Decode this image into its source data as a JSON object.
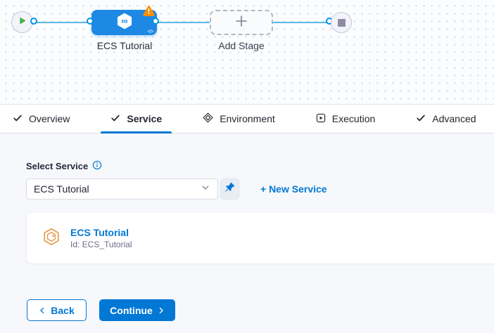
{
  "colors": {
    "primary_blue": "#0278d5",
    "stage_node_blue": "#1e88e5",
    "connector_blue": "#0092e4",
    "line_blue": "#5bb7e7",
    "warning_orange": "#fb8c00",
    "play_green": "#4caf50",
    "service_icon_orange": "#e5903b",
    "stop_gray": "#8e8ba3"
  },
  "pipeline": {
    "stage_label": "ECS Tutorial",
    "add_stage_label": "Add Stage",
    "stage_code_glyph": "</>",
    "icons": {
      "start": "play-icon",
      "end": "stop-icon",
      "stage": "cd-hexagon-icon",
      "stage_status": "warning-triangle-icon",
      "add_stage": "plus-icon"
    }
  },
  "tabs": {
    "items": [
      {
        "label": "Overview",
        "icon": "check-icon",
        "active": false
      },
      {
        "label": "Service",
        "icon": "check-icon",
        "active": true
      },
      {
        "label": "Environment",
        "icon": "environment-icon",
        "active": false
      },
      {
        "label": "Execution",
        "icon": "execution-icon",
        "active": false
      },
      {
        "label": "Advanced",
        "icon": "check-icon",
        "active": false
      }
    ]
  },
  "service_section": {
    "label": "Select Service",
    "info_icon": "info-icon",
    "select": {
      "value": "ECS Tutorial",
      "chevron_icon": "chevron-down-icon"
    },
    "pin_icon": "pin-icon",
    "new_service_link": "+ New Service",
    "service_card": {
      "icon": "service-hexagon-icon",
      "title": "ECS Tutorial",
      "id": "Id: ECS_Tutorial"
    }
  },
  "footer": {
    "back_label": "Back",
    "continue_label": "Continue"
  }
}
